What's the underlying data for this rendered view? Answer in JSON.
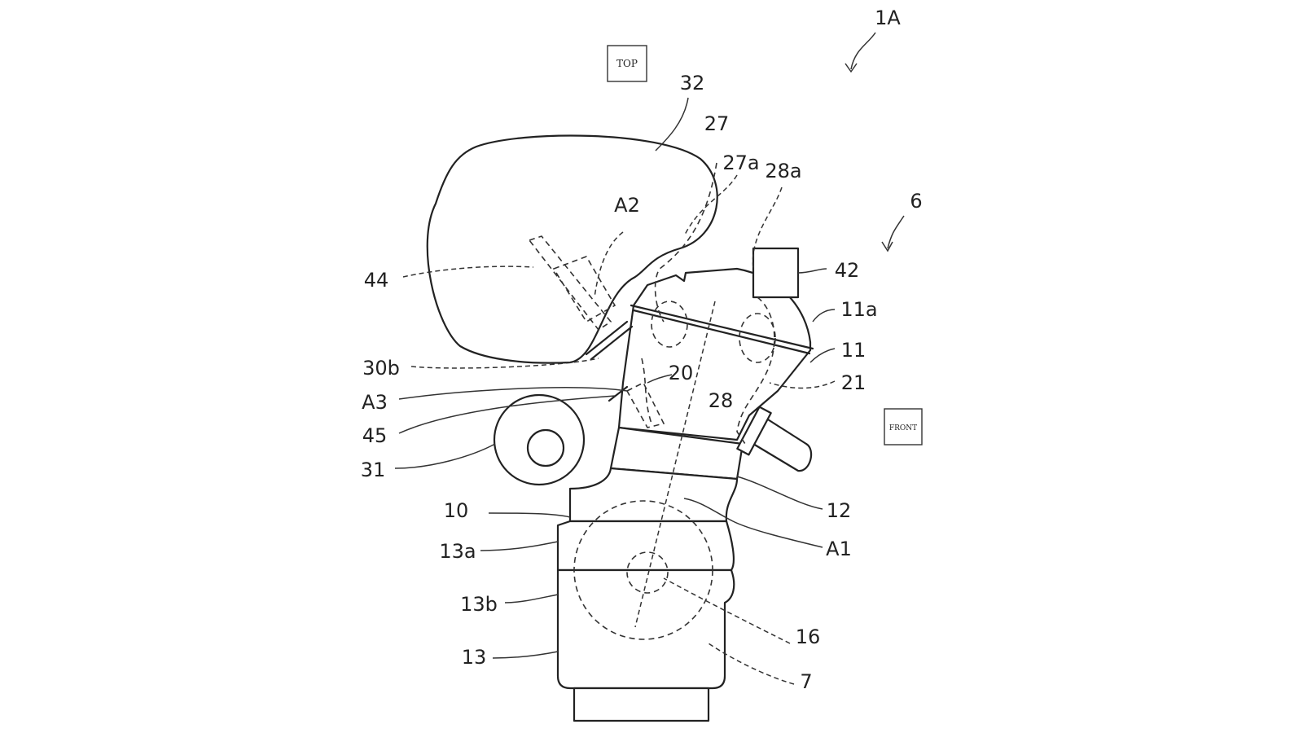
{
  "figure": {
    "top_label": "TOP",
    "front_label": "FRONT",
    "labels": {
      "l_1A": "1A",
      "l_32": "32",
      "l_27": "27",
      "l_27a": "27a",
      "l_28a": "28a",
      "l_6": "6",
      "l_A2": "A2",
      "l_44": "44",
      "l_42": "42",
      "l_11a": "11a",
      "l_11": "11",
      "l_21": "21",
      "l_30b": "30b",
      "l_20": "20",
      "l_A3": "A3",
      "l_28": "28",
      "l_45": "45",
      "l_31": "31",
      "l_12": "12",
      "l_10": "10",
      "l_A1": "A1",
      "l_13a": "13a",
      "l_13b": "13b",
      "l_16": "16",
      "l_13": "13",
      "l_7": "7"
    }
  }
}
